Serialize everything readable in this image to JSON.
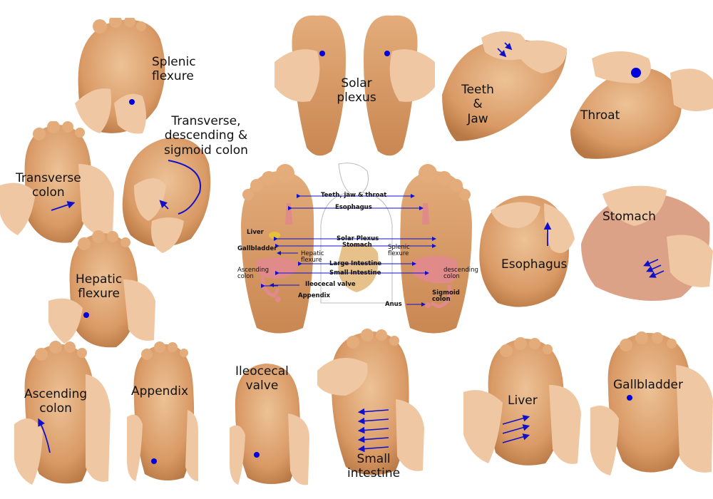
{
  "colors": {
    "skin_light": "#e9b98b",
    "skin_mid": "#d99a66",
    "skin_dark": "#b87845",
    "hand": "#efc7a3",
    "marker": "#0000dd",
    "arrow": "#1010cc",
    "organ_pink": "#e08a8a",
    "organ_yellow": "#e6c23a"
  },
  "icons": {
    "pressure_point": "filled-blue-dot",
    "stroke_direction": "blue-arrow"
  },
  "panels": {
    "splenic_flexure": "Splenic\nflexure",
    "solar_plexus": "Solar\nplexus",
    "teeth_jaw": "Teeth\n&\nJaw",
    "throat": "Throat",
    "transverse_colon": "Transverse\ncolon",
    "transverse_descending_sigmoid": "Transverse,\ndescending &\nsigmoid colon",
    "esophagus": "Esophagus",
    "stomach": "Stomach",
    "hepatic_flexure": "Hepatic\nflexure",
    "ascending_colon": "Ascending\ncolon",
    "appendix": "Appendix",
    "ileocecal_valve": "Ileocecal\nvalve",
    "small_intestine": "Small\nintestine",
    "liver": "Liver",
    "gallbladder": "Gallbladder"
  },
  "center_diagram": {
    "teeth_jaw_throat": "Teeth, jaw & throat",
    "esophagus": "Esophagus",
    "liver": "Liver",
    "gallbladder": "Gallbladder",
    "solar_plexus": "Solar Plexus",
    "stomach": "Stomach",
    "hepatic_flexure": "Hepatic\nflexure",
    "splenic_flexure": "Splenic\nflexure",
    "large_intestine": "Large Intestine",
    "small_intestine": "Small Intestine",
    "ascending_colon": "Ascending\ncolon",
    "descending_colon": "descending\ncolon",
    "ileocecal_valve": "Ileocecal valve",
    "appendix": "Appendix",
    "anus": "Anus",
    "sigmoid_colon": "Sigmoid\ncolon"
  }
}
